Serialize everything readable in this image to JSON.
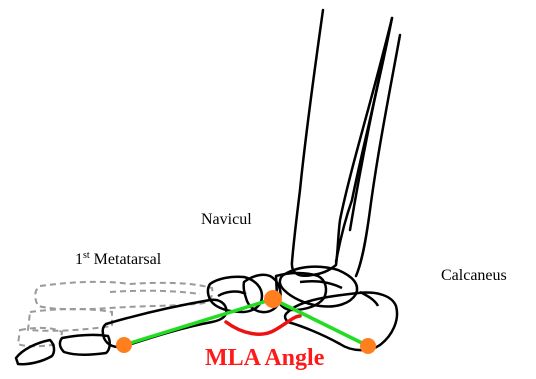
{
  "labels": {
    "navicular": "Navicul",
    "metatarsal_ordinal": "1",
    "metatarsal_sup": "st",
    "metatarsal_name": "Metatarsal",
    "calcaneus": "Calcaneus",
    "angle": "MLA Angle"
  },
  "colors": {
    "bone_outline": "#000000",
    "faded_bone_outline": "#9a9a9a",
    "angle_lines": "#22dd22",
    "angle_arc": "#ee1111",
    "landmark_points": "#ff7f1f",
    "angle_label": "#ff1a1a"
  },
  "landmarks": [
    "first-metatarsal-head-point",
    "navicular-point",
    "calcaneus-point"
  ]
}
